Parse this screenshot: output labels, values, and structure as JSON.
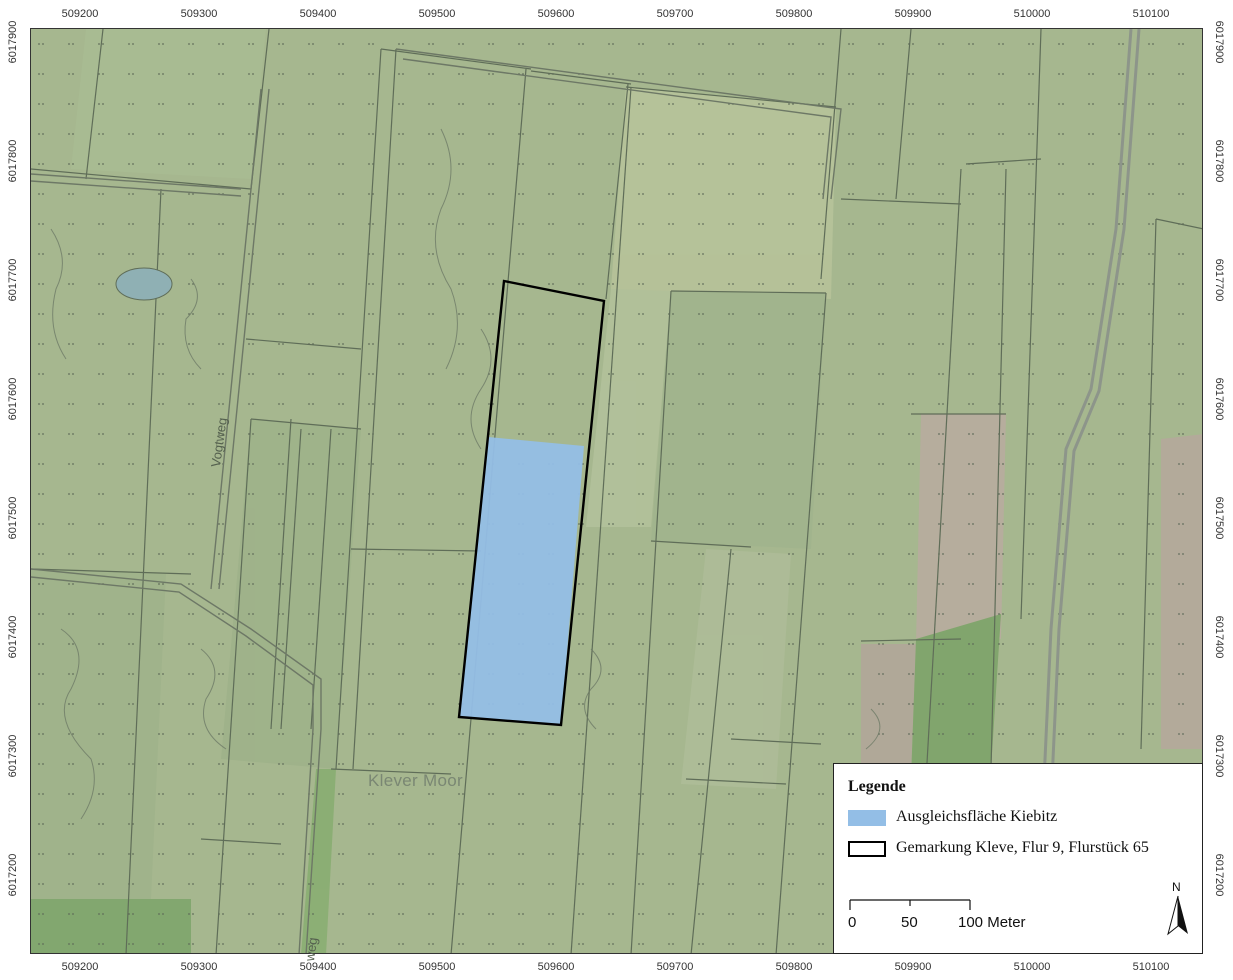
{
  "map": {
    "coordinates": {
      "easting_labels": [
        "509200",
        "509300",
        "509400",
        "509500",
        "509600",
        "509700",
        "509800",
        "509900",
        "510000",
        "510100"
      ],
      "northing_labels": [
        "6017900",
        "6017800",
        "6017700",
        "6017600",
        "6017500",
        "6017400",
        "6017300",
        "6017200"
      ]
    },
    "place_name": "Klever Moor",
    "street_names": [
      "Vogtweg",
      "weg"
    ],
    "colors": {
      "meadow": "#a6b78f",
      "field_line": "#5f6d58",
      "water": "#8fb0b4",
      "compensation_area": "#93bee6",
      "parcel_outline": "#000000"
    }
  },
  "legend": {
    "title": "Legende",
    "items": [
      {
        "label": "Ausgleichsfläche Kiebitz",
        "symbol": "filled-blue-rectangle",
        "color": "#93bee6"
      },
      {
        "label": "Gemarkung Kleve, Flur 9, Flurstück 65",
        "symbol": "black-outline-rectangle",
        "color": "#000000"
      }
    ],
    "scale": {
      "labels": [
        "0",
        "50",
        "100 Meter"
      ],
      "unit": "Meter"
    },
    "north_label": "N"
  }
}
